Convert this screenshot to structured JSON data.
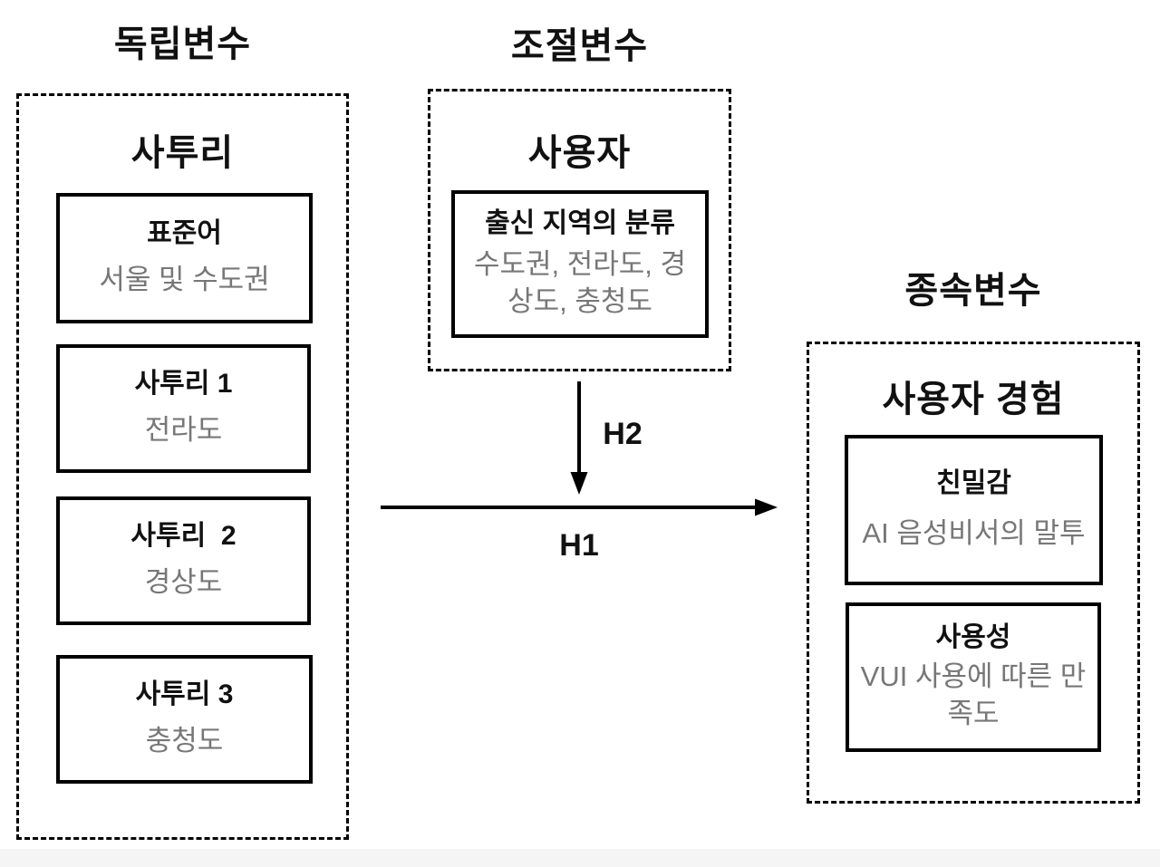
{
  "diagram": {
    "independent": {
      "header": "독립변수",
      "group_title": "사투리",
      "boxes": [
        {
          "title": "표준어",
          "subtitle": "서울 및 수도권"
        },
        {
          "title": "사투리 1",
          "subtitle": "전라도"
        },
        {
          "title": "사투리  2",
          "subtitle": "경상도"
        },
        {
          "title": "사투리 3",
          "subtitle": "충청도"
        }
      ]
    },
    "moderator": {
      "header": "조절변수",
      "group_title": "사용자",
      "box": {
        "title": "출신 지역의 분류",
        "subtitle": "수도권, 전라도, 경상도, 충청도"
      }
    },
    "dependent": {
      "header": "종속변수",
      "group_title": "사용자 경험",
      "boxes": [
        {
          "title": "친밀감",
          "subtitle": "AI 음성비서의 말투"
        },
        {
          "title": "사용성",
          "subtitle": "VUI 사용에 따른 만족도"
        }
      ]
    },
    "arrows": {
      "h1_label": "H1",
      "h2_label": "H2"
    },
    "colors": {
      "line": "#000000",
      "title_text": "#111111",
      "subtitle_text": "#777777",
      "background": "#ffffff",
      "footer_band": "#f5f5f6"
    }
  }
}
